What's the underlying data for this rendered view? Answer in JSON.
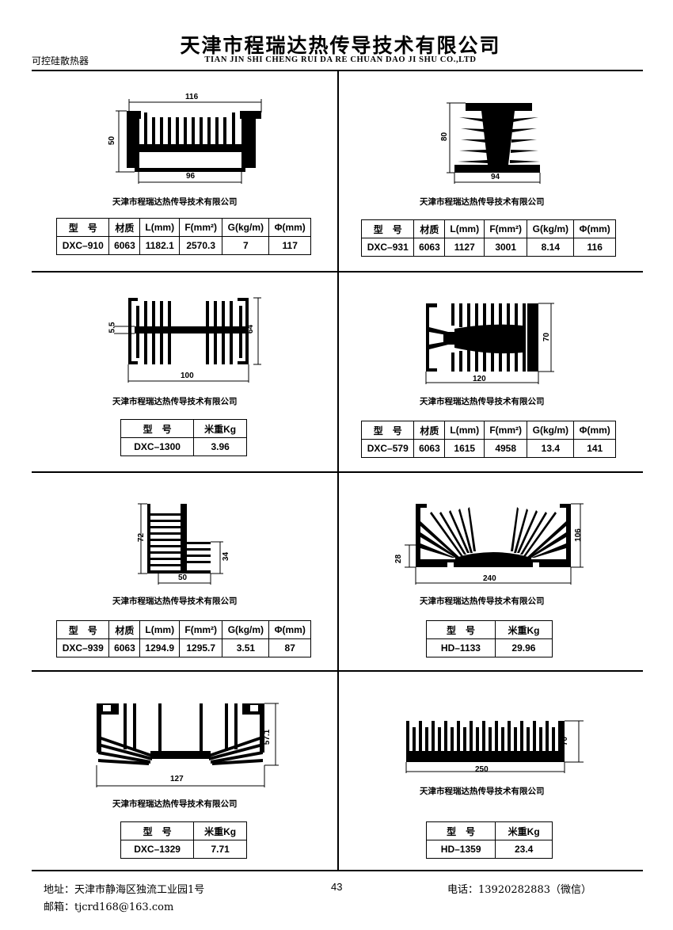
{
  "header": {
    "subtitle": "可控硅散热器",
    "company_cn": "天津市程瑞达热传导技术有限公司",
    "company_en": "TIAN JIN SHI CHENG RUI DA RE CHUAN DAO JI SHU CO.,LTD"
  },
  "caption": "天津市程瑞达热传导技术有限公司",
  "products": {
    "p910": {
      "dims": {
        "width": "116",
        "height": "50",
        "base": "96"
      },
      "headers": [
        "型　号",
        "材质",
        "L(mm)",
        "F(mm²)",
        "G(kg/m)",
        "Φ(mm)"
      ],
      "values": [
        "DXC–910",
        "6063",
        "1182.1",
        "2570.3",
        "7",
        "117"
      ]
    },
    "p931": {
      "dims": {
        "height": "80",
        "base": "94"
      },
      "headers": [
        "型　号",
        "材质",
        "L(mm)",
        "F(mm²)",
        "G(kg/m)",
        "Φ(mm)"
      ],
      "values": [
        "DXC–931",
        "6063",
        "1127",
        "3001",
        "8.14",
        "116"
      ]
    },
    "p1300": {
      "dims": {
        "web": "5.5",
        "height": "64",
        "width": "100"
      },
      "headers": [
        "型　号",
        "米重Kg"
      ],
      "values": [
        "DXC–1300",
        "3.96"
      ]
    },
    "p579": {
      "dims": {
        "height": "70",
        "width": "120"
      },
      "headers": [
        "型　号",
        "材质",
        "L(mm)",
        "F(mm²)",
        "G(kg/m)",
        "Φ(mm)"
      ],
      "values": [
        "DXC–579",
        "6063",
        "1615",
        "4958",
        "13.4",
        "141"
      ]
    },
    "p939": {
      "dims": {
        "height": "72",
        "inner": "34",
        "base": "50"
      },
      "headers": [
        "型　号",
        "材质",
        "L(mm)",
        "F(mm²)",
        "G(kg/m)",
        "Φ(mm)"
      ],
      "values": [
        "DXC–939",
        "6063",
        "1294.9",
        "1295.7",
        "3.51",
        "87"
      ]
    },
    "p1133": {
      "dims": {
        "height": "106",
        "inner": "28",
        "width": "240"
      },
      "headers": [
        "型　号",
        "米重Kg"
      ],
      "values": [
        "HD–1133",
        "29.96"
      ]
    },
    "p1329": {
      "dims": {
        "height": "57.1",
        "width": "127"
      },
      "headers": [
        "型　号",
        "米重Kg"
      ],
      "values": [
        "DXC–1329",
        "7.71"
      ]
    },
    "p1359": {
      "dims": {
        "height": "70",
        "width": "250"
      },
      "headers": [
        "型　号",
        "米重Kg"
      ],
      "values": [
        "HD–1359",
        "23.4"
      ]
    }
  },
  "footer": {
    "address": "地址：天津市静海区独流工业园1号",
    "page": "43",
    "phone": "电话：13920282883（微信）",
    "email": "邮箱：tjcrd168@163.com"
  }
}
